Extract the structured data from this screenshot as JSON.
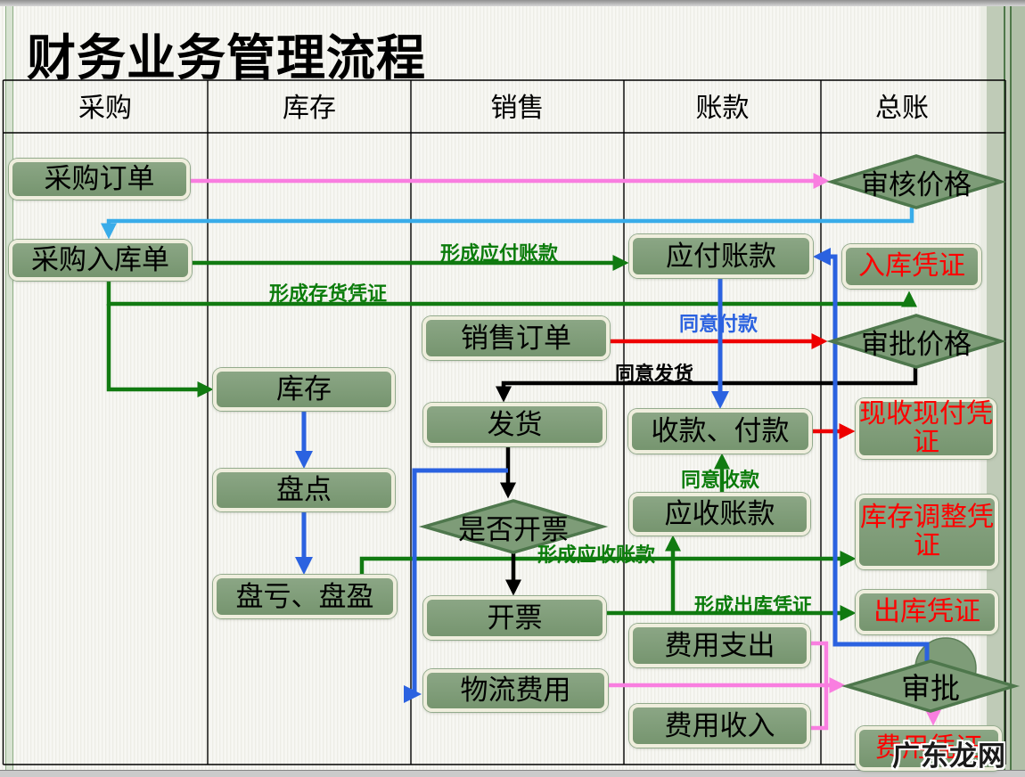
{
  "title": "财务业务管理流程",
  "lanes": [
    {
      "label": "采购"
    },
    {
      "label": "库存"
    },
    {
      "label": "销售"
    },
    {
      "label": "账款"
    },
    {
      "label": "总账"
    }
  ],
  "nodes": {
    "purchase_order": {
      "label": "采购订单"
    },
    "purchase_inbound": {
      "label": "采购入库单"
    },
    "inventory": {
      "label": "库存"
    },
    "stocktaking": {
      "label": "盘点"
    },
    "inventory_profit_loss": {
      "label": "盘亏、盘盈"
    },
    "sales_order": {
      "label": "销售订单"
    },
    "shipping": {
      "label": "发货"
    },
    "invoice_decision": {
      "label": "是否开票"
    },
    "invoicing": {
      "label": "开票"
    },
    "logistics_expense": {
      "label": "物流费用"
    },
    "accounts_payable": {
      "label": "应付账款"
    },
    "receipt_payment": {
      "label": "收款、付款"
    },
    "accounts_receivable": {
      "label": "应收账款"
    },
    "expense_payout": {
      "label": "费用支出"
    },
    "expense_income": {
      "label": "费用收入"
    },
    "inbound_voucher": {
      "label": "入库凭证"
    },
    "cash_receipt_payment_voucher": {
      "label": "现收现付凭证"
    },
    "inventory_adjust_voucher": {
      "label": "库存调整凭证"
    },
    "outbound_voucher": {
      "label": "出库凭证"
    },
    "expense_voucher": {
      "label": "费用凭证"
    },
    "review_price": {
      "label": "审核价格"
    },
    "approve_price": {
      "label": "审批价格"
    },
    "approval": {
      "label": "审批"
    }
  },
  "edge_labels": {
    "form_payable": "形成应付账款",
    "form_stock_voucher": "形成存货凭证",
    "agree_payment": "同意付款",
    "agree_shipping": "同意发货",
    "agree_receipt": "同意收款",
    "form_receivable": "形成应收账款",
    "form_outbound_voucher": "形成出库凭证"
  },
  "watermark": "广东龙网",
  "colors": {
    "node_fill": "#7e9c78",
    "node_border_cream": "#efeedd",
    "diamond_stroke": "#4e774c",
    "arrow_green": "#117a11",
    "arrow_blue": "#2b62e0",
    "arrow_cyan": "#39ace9",
    "arrow_pink": "#f97ee0",
    "arrow_red": "#ee0000",
    "arrow_black": "#000000",
    "red_text": "#fe0000",
    "grid_line": "#000000"
  }
}
